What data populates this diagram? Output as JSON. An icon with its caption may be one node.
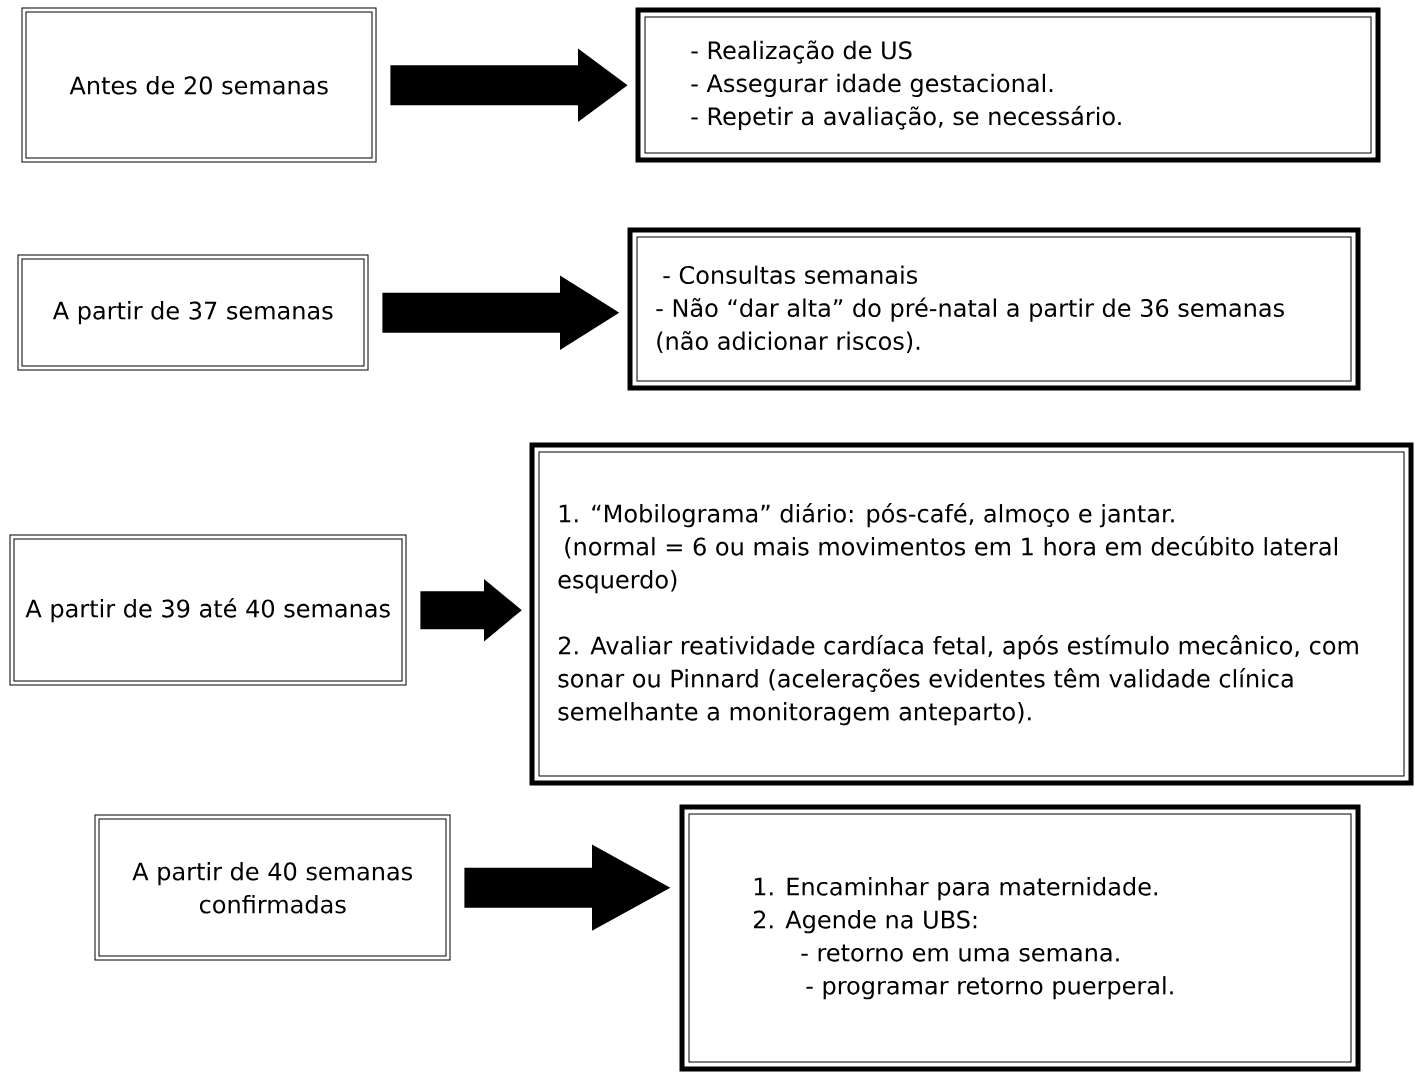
{
  "diagram": {
    "nodes": [
      {
        "text": [
          "Antes de 20 semanas"
        ]
      },
      {
        "text": [
          "- Realização de US",
          "- Assegurar idade gestacional.",
          "- Repetir a avaliação, se necessário."
        ]
      },
      {
        "text": [
          "A partir de 37 semanas"
        ]
      },
      {
        "text": [
          "- Consultas semanais",
          "- Não “dar alta” do pré-natal a partir de 36 semanas (não adicionar riscos)."
        ]
      },
      {
        "text": [
          "A partir de 39 até 40 semanas"
        ]
      },
      {
        "text": [
          "1. “Mobilograma” diário: pós-café, almoço e jantar.",
          "(normal = 6 ou mais movimentos em 1 hora em decúbito lateral esquerdo)",
          "2. Avaliar reatividade cardíaca fetal, após estímulo mecânico, com sonar ou Pinnard (acelerações evidentes têm validade clínica semelhante a monitoragem anteparto)."
        ]
      },
      {
        "text": [
          "A partir de 40 semanas confirmadas"
        ]
      },
      {
        "text": [
          "1. Encaminhar para maternidade.",
          "2. Agende na UBS:",
          "- retorno em uma semana.",
          "- programar retorno puerperal."
        ]
      }
    ],
    "edges": [
      {
        "from": 0,
        "to": 1,
        "arrow": "to"
      },
      {
        "from": 2,
        "to": 3,
        "arrow": "to"
      },
      {
        "from": 4,
        "to": 5,
        "arrow": "to"
      },
      {
        "from": 6,
        "to": 7,
        "arrow": "to"
      }
    ]
  }
}
